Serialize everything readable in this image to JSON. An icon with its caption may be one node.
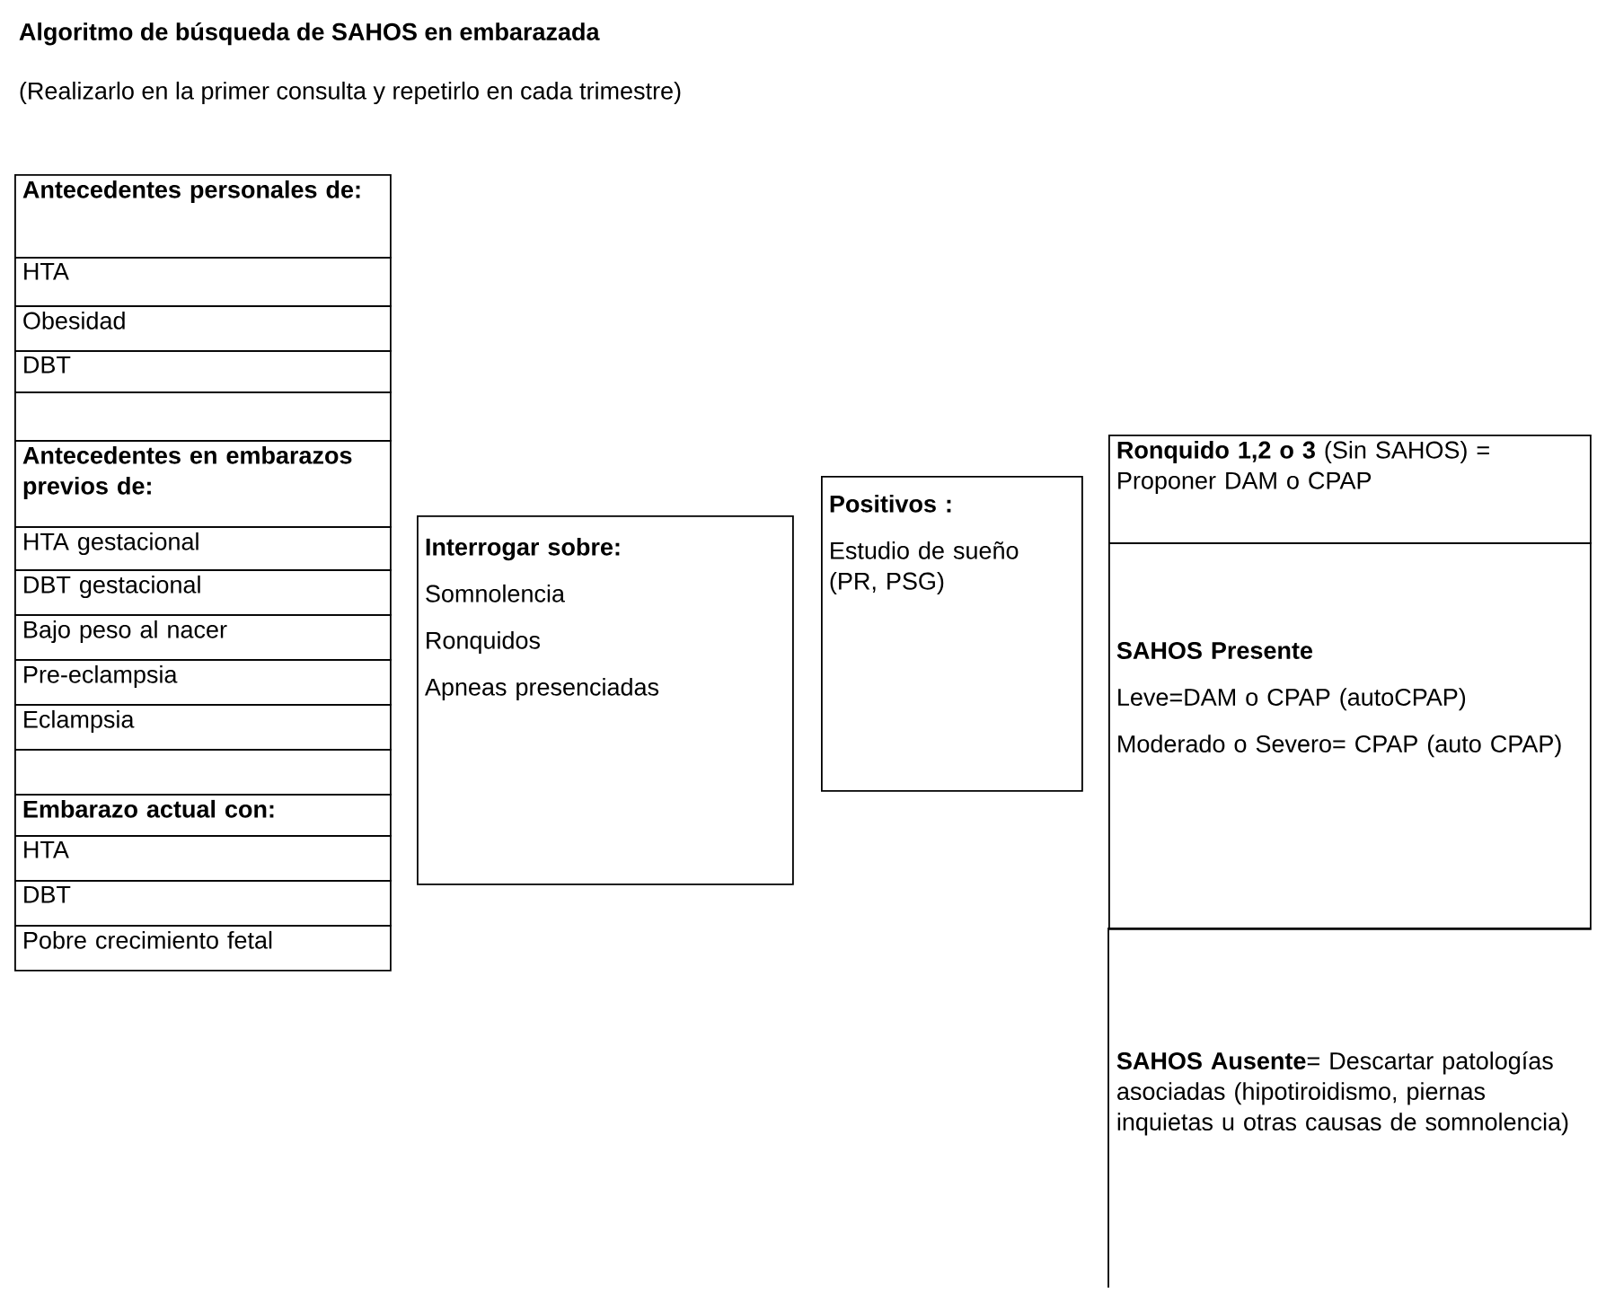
{
  "diagram": {
    "title": "Algoritmo de búsqueda de SAHOS en embarazada",
    "nodes": [
      {
        "text": [
          "Antecedentes personales de:"
        ]
      },
      {
        "text": [
          "HTA"
        ]
      },
      {
        "text": [
          "Obesidad"
        ]
      },
      {
        "text": [
          "DBT"
        ]
      },
      {
        "text": [],
        "shape": "box"
      },
      {
        "text": [
          "Antecedentes en embarazos previos de:"
        ]
      },
      {
        "text": [
          "HTA gestacional"
        ]
      },
      {
        "text": [
          "DBT gestacional"
        ]
      },
      {
        "text": [
          "Bajo peso al nacer"
        ]
      },
      {
        "text": [
          "Pre-eclampsia"
        ]
      },
      {
        "text": [
          "Eclampsia"
        ]
      },
      {
        "text": [],
        "shape": "box"
      },
      {
        "text": [
          "Embarazo actual con:"
        ]
      },
      {
        "text": [
          "HTA"
        ]
      },
      {
        "text": [
          "DBT"
        ]
      },
      {
        "text": [
          "Pobre crecimiento fetal"
        ]
      },
      {
        "text": [
          "Interrogar sobre:",
          "Somnolencia",
          "Ronquidos",
          "Apneas presenciadas"
        ]
      },
      {
        "text": [
          "Positivos :",
          "Estudio de sueño (PR, PSG)"
        ]
      },
      {
        "text": [
          "**Ronquido 1,2 o 3** (Sin SAHOS) = Proponer DAM o CPAP"
        ]
      },
      {
        "text": [
          "SAHOS Presente",
          "Leve=DAM o CPAP (autoCPAP)",
          "Moderado o Severo= CPAP (auto CPAP)"
        ]
      },
      {
        "text": [
          "**SAHOS Ausente**= Descartar patologías asociadas (hipotiroidismo, piernas inquietas u otras causas de somnolencia)"
        ]
      }
    ],
    "labels": [
      "(Realizarlo en la primer consulta y repetirlo en cada trimestre)"
    ]
  }
}
